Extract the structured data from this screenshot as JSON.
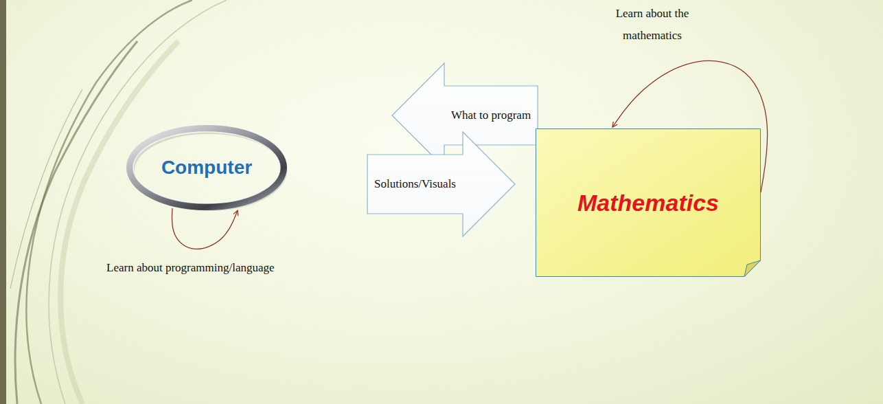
{
  "diagram": {
    "nodes": [
      {
        "text": [
          "Computer"
        ]
      },
      {
        "text": [
          "Mathematics"
        ]
      }
    ],
    "edges": [
      {
        "from": 1,
        "to": 0,
        "label": "What to program",
        "arrow": "to"
      },
      {
        "from": 0,
        "to": 1,
        "label": "Solutions/Visuals",
        "arrow": "to"
      },
      {
        "from": 1,
        "to": 1,
        "label": "Learn about the mathematics",
        "arrow": "to"
      },
      {
        "from": 0,
        "to": 0,
        "label": "Learn about programming/language",
        "arrow": "to"
      }
    ]
  }
}
